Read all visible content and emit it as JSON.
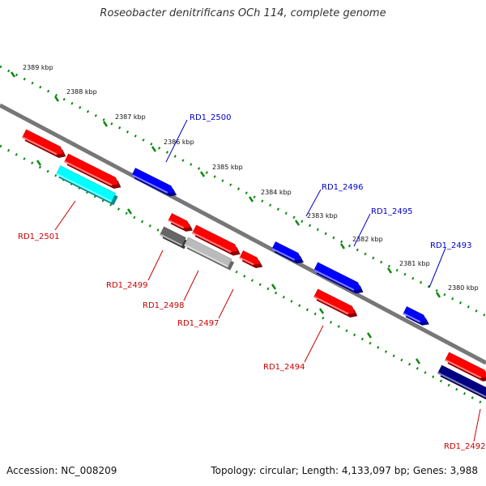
{
  "title": "Roseobacter denitrificans OCh 114, complete genome",
  "footer": {
    "accession": "Accession: NC_008209",
    "summary": "Topology: circular; Length: 4,133,097 bp; Genes: 3,988"
  },
  "colors": {
    "backbone": "#777777",
    "tick": "#118811",
    "forward_label": "#0000cc",
    "reverse_label": "#cc0000",
    "red": "#ff0000",
    "blue": "#0000ff",
    "cyan": "#00ffff",
    "darkgray": "#666666",
    "lightgray": "#bbbbbb",
    "navy": "#000080"
  },
  "ticks": [
    {
      "label": "2389 kbp"
    },
    {
      "label": "2388 kbp"
    },
    {
      "label": "2387 kbp"
    },
    {
      "label": "2386 kbp"
    },
    {
      "label": "2385 kbp"
    },
    {
      "label": "2384 kbp"
    },
    {
      "label": "2383 kbp"
    },
    {
      "label": "2382 kbp"
    },
    {
      "label": "2381 kbp"
    },
    {
      "label": "2380 kbp"
    }
  ],
  "genes": [
    {
      "label": "RD1_2501",
      "color": "cyan",
      "labeled": true
    },
    {
      "label": "",
      "color": "red",
      "labeled": false
    },
    {
      "label": "",
      "color": "red",
      "labeled": false
    },
    {
      "label": "RD1_2500",
      "color": "blue",
      "labeled": true
    },
    {
      "label": "",
      "color": "red",
      "labeled": false
    },
    {
      "label": "RD1_2499",
      "color": "darkgray",
      "labeled": true
    },
    {
      "label": "",
      "color": "red",
      "labeled": false
    },
    {
      "label": "RD1_2498",
      "color": "lightgray",
      "labeled": true
    },
    {
      "label": "RD1_2497",
      "color": "red",
      "labeled": true
    },
    {
      "label": "RD1_2496",
      "color": "blue",
      "labeled": true
    },
    {
      "label": "RD1_2495",
      "color": "blue",
      "labeled": true
    },
    {
      "label": "RD1_2494",
      "color": "red",
      "labeled": true
    },
    {
      "label": "RD1_2493",
      "color": "blue",
      "labeled": true
    },
    {
      "label": "",
      "color": "red",
      "labeled": false
    },
    {
      "label": "RD1_2492",
      "color": "navy",
      "labeled": true
    }
  ]
}
